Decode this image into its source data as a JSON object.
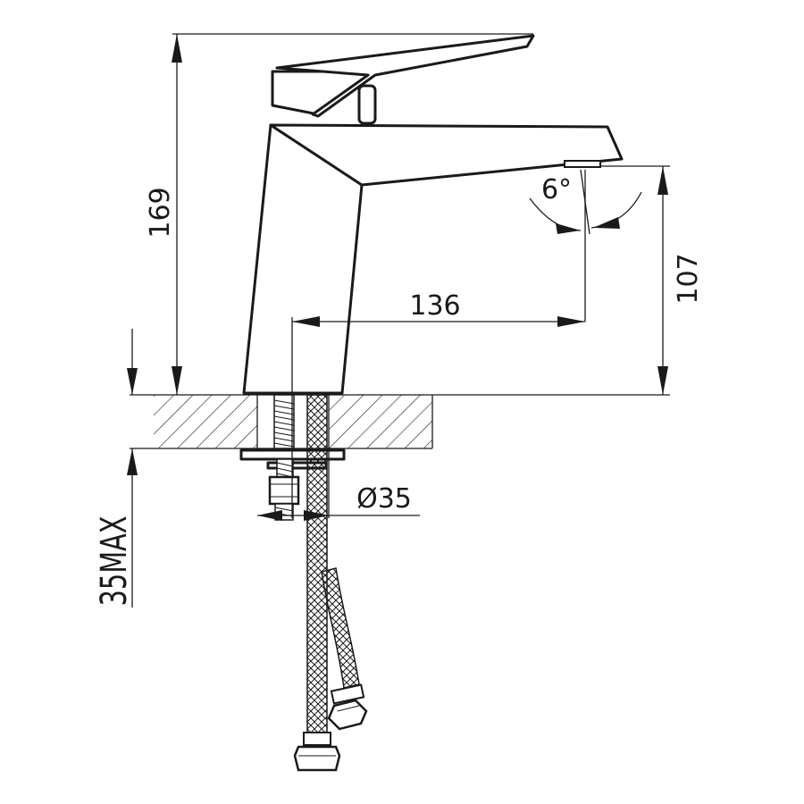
{
  "dimensions": {
    "height_total": "169",
    "spout_height": "107",
    "spout_reach": "136",
    "angle": "6°",
    "hole_diameter": "Ø35",
    "deck_thickness": "35MAX"
  }
}
